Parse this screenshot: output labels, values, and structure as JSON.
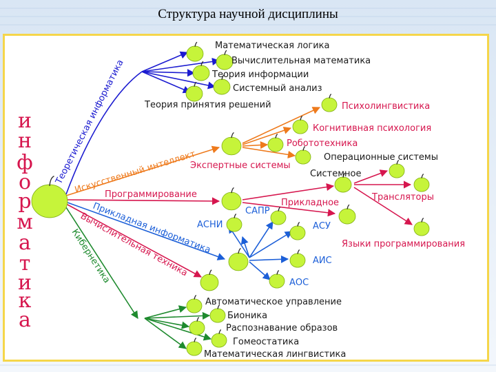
{
  "title": "Структура научной дисциплины",
  "root": "информатика",
  "colors": {
    "theory": "#1b1bd0",
    "ai": "#ee7a1c",
    "programming": "#d6164e",
    "applied": "#1c5fd8",
    "computing": "#d6164e",
    "cybernetics": "#1e8a2e",
    "text_dark": "#1a1a1a",
    "apple": "#c6f43a",
    "frame": "#f5d64a"
  },
  "branches": {
    "theory": "Теоретическая информатика",
    "ai": "Искусственный интеллект",
    "programming": "Программирование",
    "applied": "Прикладная информатика",
    "computing": "Вычислительная техника",
    "cybernetics": "Кибернетика"
  },
  "theory_items": [
    "Математическая логика",
    "Вычислительная математика",
    "Теория информации",
    "Системный анализ",
    "Теория принятия решений"
  ],
  "ai_items": [
    "Психолингвистика",
    "Когнитивная психология",
    "Робототехника",
    "Экспертные системы"
  ],
  "programming_items": {
    "os": "Операционные системы",
    "system": "Системное",
    "applied": "Прикладное",
    "translators": "Трансляторы",
    "languages": "Языки программирования"
  },
  "applied_items": [
    "САПР",
    "АСНИ",
    "АСУ",
    "АИС",
    "АОС"
  ],
  "cybernetics_items": [
    "Автоматическое управление",
    "Бионика",
    "Распознавание образов",
    "Гомеостатика",
    "Математическая лингвистика"
  ]
}
